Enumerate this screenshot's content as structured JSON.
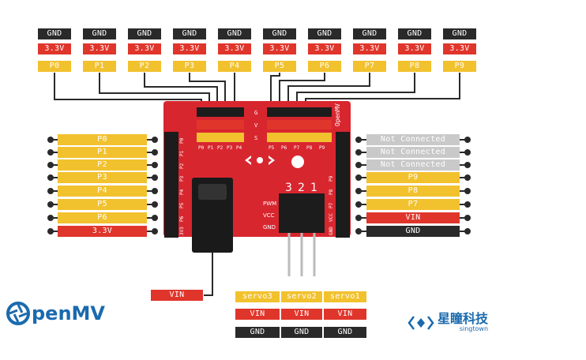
{
  "top_pins": [
    {
      "gnd": "GND",
      "v": "3.3V",
      "p": "P0"
    },
    {
      "gnd": "GND",
      "v": "3.3V",
      "p": "P1"
    },
    {
      "gnd": "GND",
      "v": "3.3V",
      "p": "P2"
    },
    {
      "gnd": "GND",
      "v": "3.3V",
      "p": "P3"
    },
    {
      "gnd": "GND",
      "v": "3.3V",
      "p": "P4"
    },
    {
      "gnd": "GND",
      "v": "3.3V",
      "p": "P5"
    },
    {
      "gnd": "GND",
      "v": "3.3V",
      "p": "P6"
    },
    {
      "gnd": "GND",
      "v": "3.3V",
      "p": "P7"
    },
    {
      "gnd": "GND",
      "v": "3.3V",
      "p": "P8"
    },
    {
      "gnd": "GND",
      "v": "3.3V",
      "p": "P9"
    }
  ],
  "left_header": [
    "P0",
    "P1",
    "P2",
    "P3",
    "P4",
    "P5",
    "P6",
    "3.3V"
  ],
  "right_header": [
    "Not Connected",
    "Not Connected",
    "Not Connected",
    "P9",
    "P8",
    "P7",
    "VIN",
    "GND"
  ],
  "board": {
    "row_labels": [
      "G",
      "V",
      "S"
    ],
    "silk_bottom": [
      "P0",
      "P1",
      "P2",
      "P3",
      "P4",
      "P5",
      "P6",
      "P7",
      "P8",
      "P9"
    ],
    "servo_numbers": [
      "3",
      "2",
      "1"
    ],
    "servo_rows": [
      "PWM",
      "VCC",
      "GND"
    ],
    "name": "OpenMV",
    "left_silk": [
      "P0",
      "P1",
      "P2",
      "P3",
      "P4",
      "P5",
      "P6",
      "3V3"
    ],
    "right_silk": [
      "P9",
      "P8",
      "P7",
      "VCC",
      "GND"
    ]
  },
  "power_jack_label": "VIN",
  "servos": [
    {
      "name": "servo3",
      "vin": "VIN",
      "gnd": "GND"
    },
    {
      "name": "servo2",
      "vin": "VIN",
      "gnd": "GND"
    },
    {
      "name": "servo1",
      "vin": "VIN",
      "gnd": "GND"
    }
  ],
  "logos": {
    "openmv": "penMV",
    "singtown_cn": "星瞳科技",
    "singtown_en": "singtown"
  },
  "colors": {
    "gnd": "#2a2a2a",
    "power": "#e0352b",
    "signal": "#f2c12e",
    "nc": "#c9c9c9",
    "board": "#d8262f",
    "brand": "#1a6aae"
  }
}
